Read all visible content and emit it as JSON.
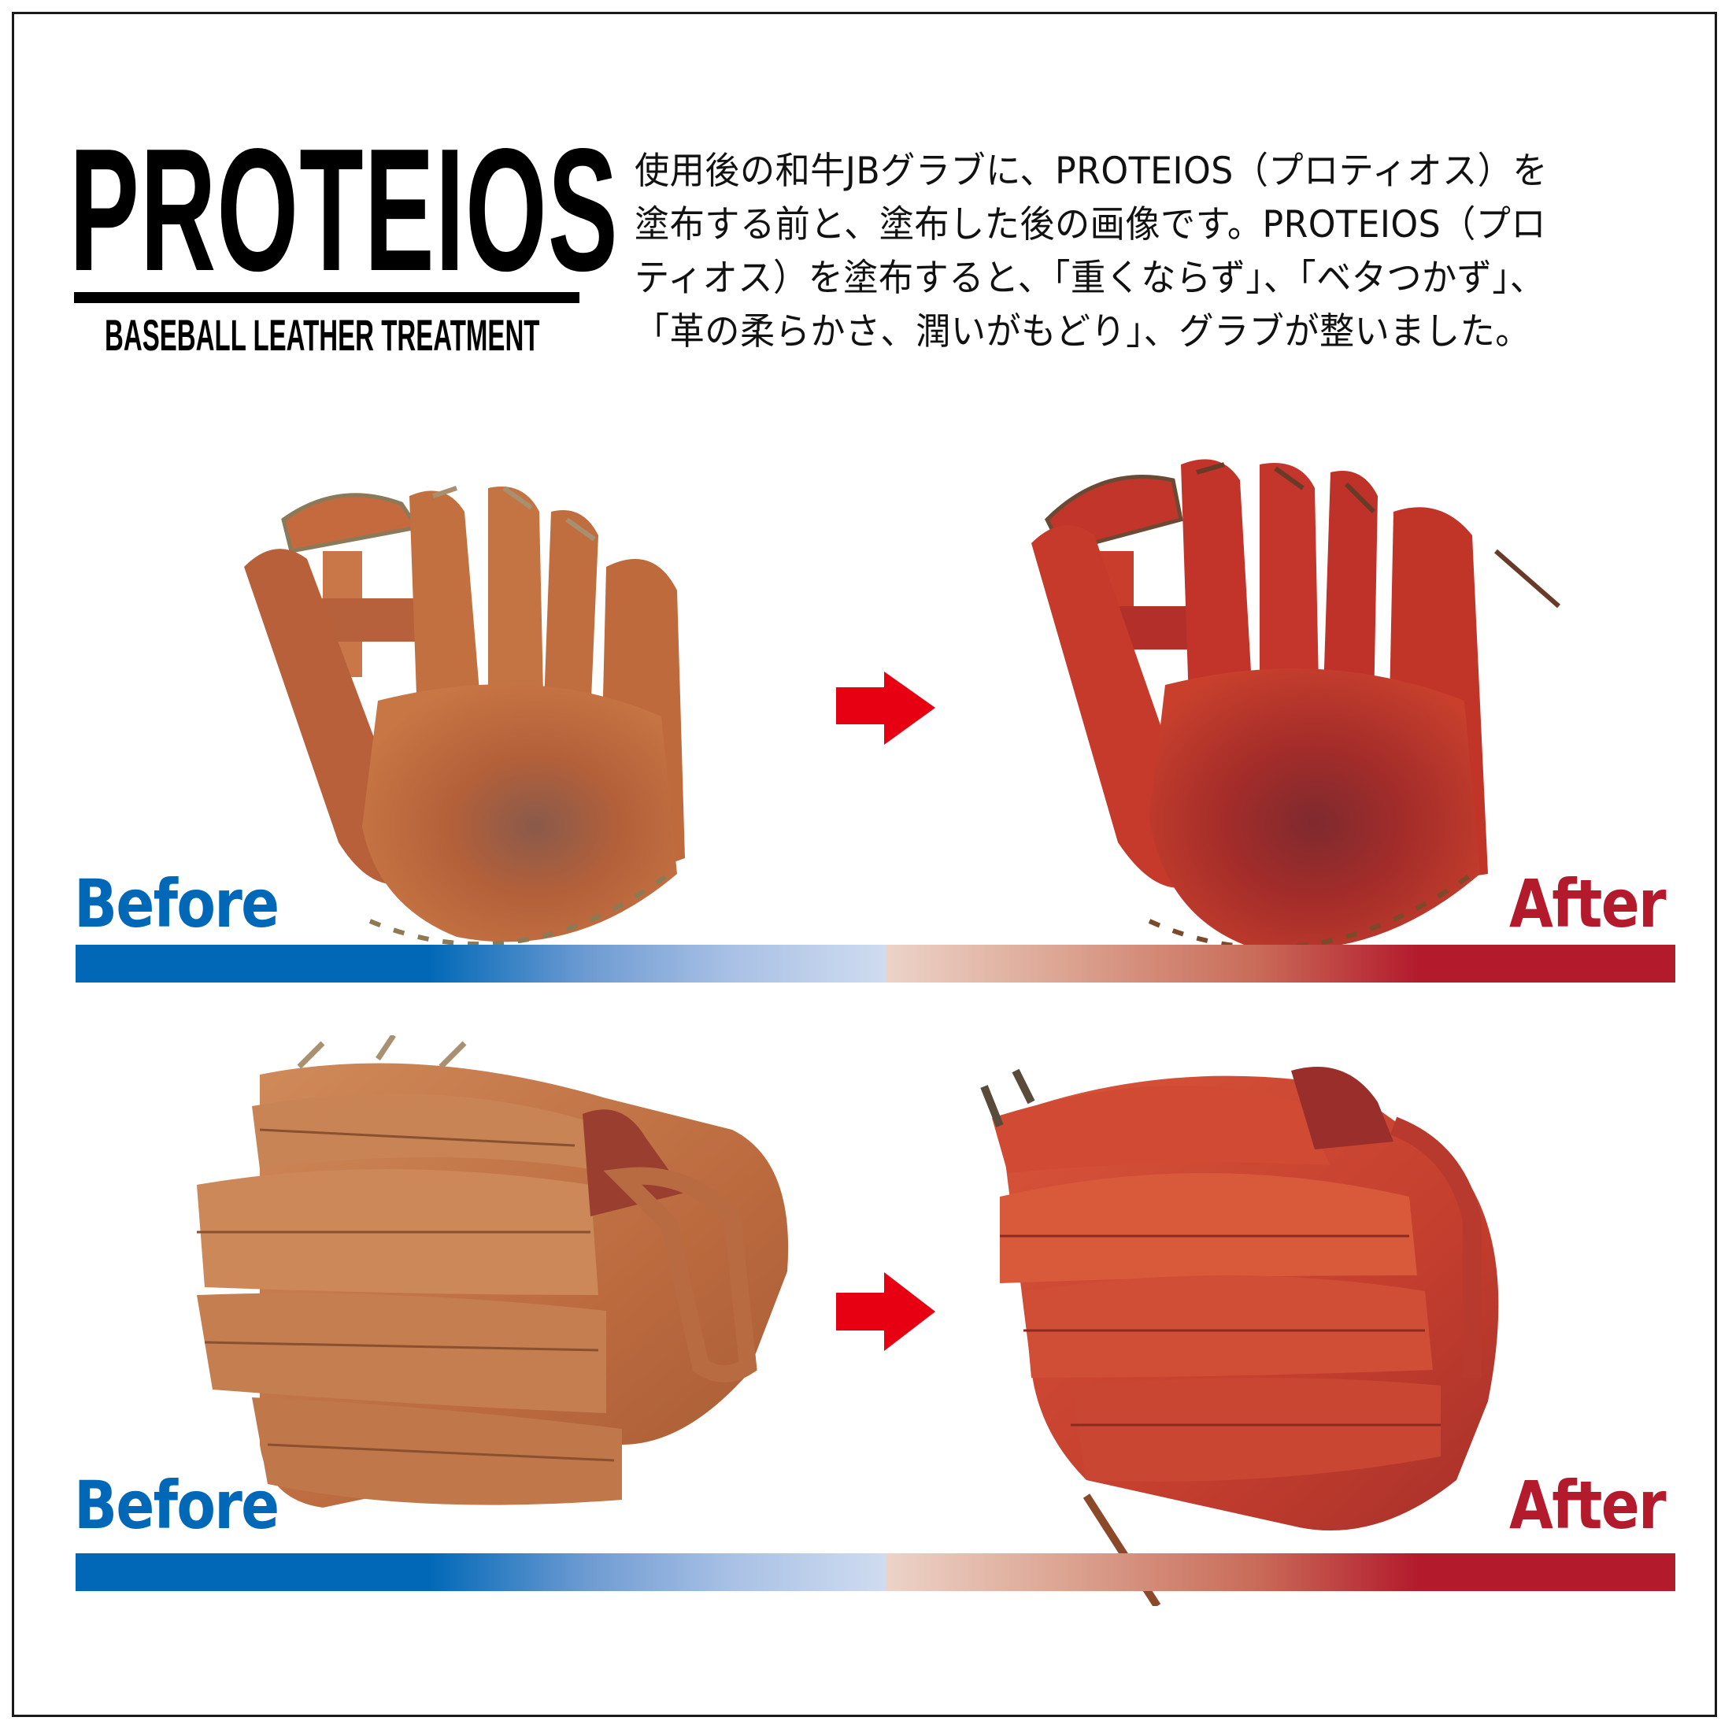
{
  "header": {
    "brand_title": "PROTEIOS",
    "brand_subtitle": "BASEBALL LEATHER TREATMENT",
    "description_lines": [
      "使用後の和牛JBグラブに、PROTEIOS（プロティオス）を",
      "塗布する前と、塗布した後の画像です。PROTEIOS（プロ",
      "ティオス）を塗布すると、「重くならず」、「ベタつかず」、",
      "「革の柔らかさ、潤いがもどり」、グラブが整いました。"
    ]
  },
  "comparisons": [
    {
      "view": "palm",
      "before_label": "Before",
      "after_label": "After",
      "before_image": "glove-palm-before",
      "after_image": "glove-palm-after",
      "arrow_icon": "right-arrow-icon"
    },
    {
      "view": "back",
      "before_label": "Before",
      "after_label": "After",
      "before_image": "glove-back-before",
      "after_image": "glove-back-after",
      "arrow_icon": "right-arrow-icon"
    }
  ],
  "colors": {
    "before_blue": "#0068b7",
    "after_red": "#b31a2c",
    "arrow_red": "#e60012",
    "gradient_light_blue": "#cfdcf0",
    "gradient_light_pink": "#ecd3c8",
    "before_leather": "#c0683a",
    "after_leather": "#c0312a"
  }
}
